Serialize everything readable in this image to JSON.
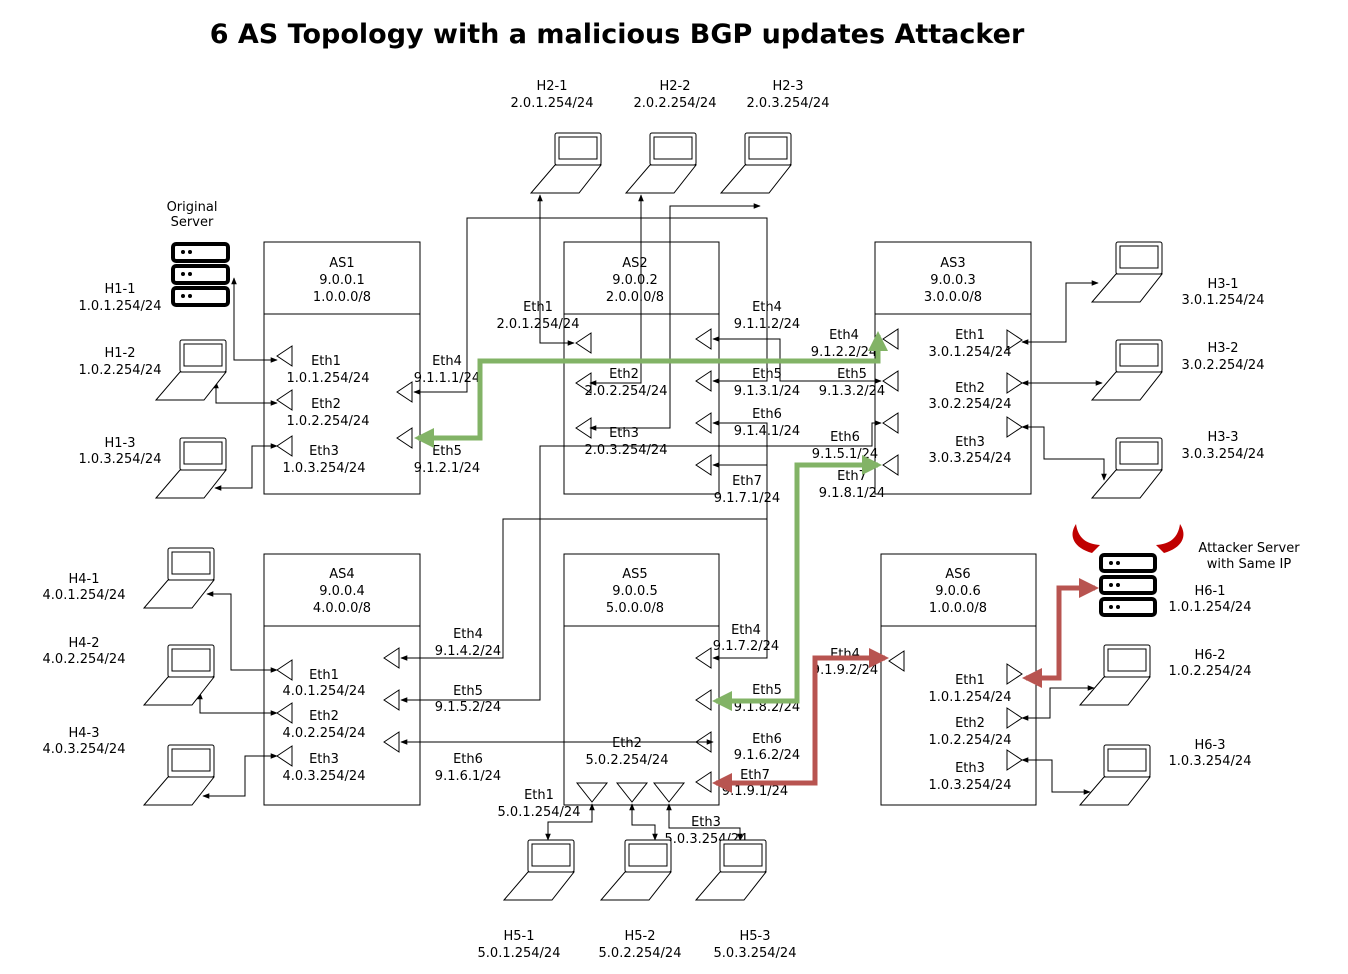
{
  "title": "6 AS Topology with a malicious BGP updates Attacker",
  "colors": {
    "legit_path": "#82b366",
    "attack_path": "#b85450",
    "horn": "#c00000"
  },
  "servers": {
    "original": {
      "line1": "Original",
      "line2": "Server"
    },
    "attacker": {
      "line1": "Attacker Server",
      "line2": "with Same IP"
    }
  },
  "as": {
    "as1": {
      "name": "AS1",
      "router": "9.0.0.1",
      "prefix": "1.0.0.0/8"
    },
    "as2": {
      "name": "AS2",
      "router": "9.0.0.2",
      "prefix": "2.0.0.0/8"
    },
    "as3": {
      "name": "AS3",
      "router": "9.0.0.3",
      "prefix": "3.0.0.0/8"
    },
    "as4": {
      "name": "AS4",
      "router": "9.0.0.4",
      "prefix": "4.0.0.0/8"
    },
    "as5": {
      "name": "AS5",
      "router": "9.0.0.5",
      "prefix": "5.0.0.0/8"
    },
    "as6": {
      "name": "AS6",
      "router": "9.0.0.6",
      "prefix": "1.0.0.0/8"
    }
  },
  "hosts": {
    "h11": {
      "name": "H1-1",
      "ip": "1.0.1.254/24"
    },
    "h12": {
      "name": "H1-2",
      "ip": "1.0.2.254/24"
    },
    "h13": {
      "name": "H1-3",
      "ip": "1.0.3.254/24"
    },
    "h21": {
      "name": "H2-1",
      "ip": "2.0.1.254/24"
    },
    "h22": {
      "name": "H2-2",
      "ip": "2.0.2.254/24"
    },
    "h23": {
      "name": "H2-3",
      "ip": "2.0.3.254/24"
    },
    "h31": {
      "name": "H3-1",
      "ip": "3.0.1.254/24"
    },
    "h32": {
      "name": "H3-2",
      "ip": "3.0.2.254/24"
    },
    "h33": {
      "name": "H3-3",
      "ip": "3.0.3.254/24"
    },
    "h41": {
      "name": "H4-1",
      "ip": "4.0.1.254/24"
    },
    "h42": {
      "name": "H4-2",
      "ip": "4.0.2.254/24"
    },
    "h43": {
      "name": "H4-3",
      "ip": "4.0.3.254/24"
    },
    "h51": {
      "name": "H5-1",
      "ip": "5.0.1.254/24"
    },
    "h52": {
      "name": "H5-2",
      "ip": "5.0.2.254/24"
    },
    "h53": {
      "name": "H5-3",
      "ip": "5.0.3.254/24"
    },
    "h61": {
      "name": "H6-1",
      "ip": "1.0.1.254/24"
    },
    "h62": {
      "name": "H6-2",
      "ip": "1.0.2.254/24"
    },
    "h63": {
      "name": "H6-3",
      "ip": "1.0.3.254/24"
    }
  },
  "ifaces": {
    "as1_eth1": {
      "name": "Eth1",
      "ip": "1.0.1.254/24"
    },
    "as1_eth2": {
      "name": "Eth2",
      "ip": "1.0.2.254/24"
    },
    "as1_eth3": {
      "name": "Eth3",
      "ip": "1.0.3.254/24"
    },
    "as1_eth4": {
      "name": "Eth4",
      "ip": "9.1.1.1/24"
    },
    "as1_eth5": {
      "name": "Eth5",
      "ip": "9.1.2.1/24"
    },
    "as2_eth1": {
      "name": "Eth1",
      "ip": "2.0.1.254/24"
    },
    "as2_eth2": {
      "name": "Eth2",
      "ip": "2.0.2.254/24"
    },
    "as2_eth3": {
      "name": "Eth3",
      "ip": "2.0.3.254/24"
    },
    "as2_eth4": {
      "name": "Eth4",
      "ip": "9.1.1.2/24"
    },
    "as2_eth5": {
      "name": "Eth5",
      "ip": "9.1.3.1/24"
    },
    "as2_eth6": {
      "name": "Eth6",
      "ip": "9.1.4.1/24"
    },
    "as2_eth7": {
      "name": "Eth7",
      "ip": "9.1.7.1/24"
    },
    "as3_eth1": {
      "name": "Eth1",
      "ip": "3.0.1.254/24"
    },
    "as3_eth2": {
      "name": "Eth2",
      "ip": "3.0.2.254/24"
    },
    "as3_eth3": {
      "name": "Eth3",
      "ip": "3.0.3.254/24"
    },
    "as3_eth4": {
      "name": "Eth4",
      "ip": "9.1.2.2/24"
    },
    "as3_eth5": {
      "name": "Eth5",
      "ip": "9.1.3.2/24"
    },
    "as3_eth6": {
      "name": "Eth6",
      "ip": "9.1.5.1/24"
    },
    "as3_eth7": {
      "name": "Eth7",
      "ip": "9.1.8.1/24"
    },
    "as4_eth1": {
      "name": "Eth1",
      "ip": "4.0.1.254/24"
    },
    "as4_eth2": {
      "name": "Eth2",
      "ip": "4.0.2.254/24"
    },
    "as4_eth3": {
      "name": "Eth3",
      "ip": "4.0.3.254/24"
    },
    "as4_eth4": {
      "name": "Eth4",
      "ip": "9.1.4.2/24"
    },
    "as4_eth5": {
      "name": "Eth5",
      "ip": "9.1.5.2/24"
    },
    "as4_eth6": {
      "name": "Eth6",
      "ip": "9.1.6.1/24"
    },
    "as5_eth1": {
      "name": "Eth1",
      "ip": "5.0.1.254/24"
    },
    "as5_eth2": {
      "name": "Eth2",
      "ip": "5.0.2.254/24"
    },
    "as5_eth3": {
      "name": "Eth3",
      "ip": "5.0.3.254/24"
    },
    "as5_eth4": {
      "name": "Eth4",
      "ip": "9.1.7.2/24"
    },
    "as5_eth5": {
      "name": "Eth5",
      "ip": "9.1.8.2/24"
    },
    "as5_eth6": {
      "name": "Eth6",
      "ip": "9.1.6.2/24"
    },
    "as5_eth7": {
      "name": "Eth7",
      "ip": "9.1.9.1/24"
    },
    "as6_eth1": {
      "name": "Eth1",
      "ip": "1.0.1.254/24"
    },
    "as6_eth2": {
      "name": "Eth2",
      "ip": "1.0.2.254/24"
    },
    "as6_eth3": {
      "name": "Eth3",
      "ip": "1.0.3.254/24"
    },
    "as6_eth4": {
      "name": "Eth4",
      "ip": "9.1.9.2/24"
    }
  }
}
